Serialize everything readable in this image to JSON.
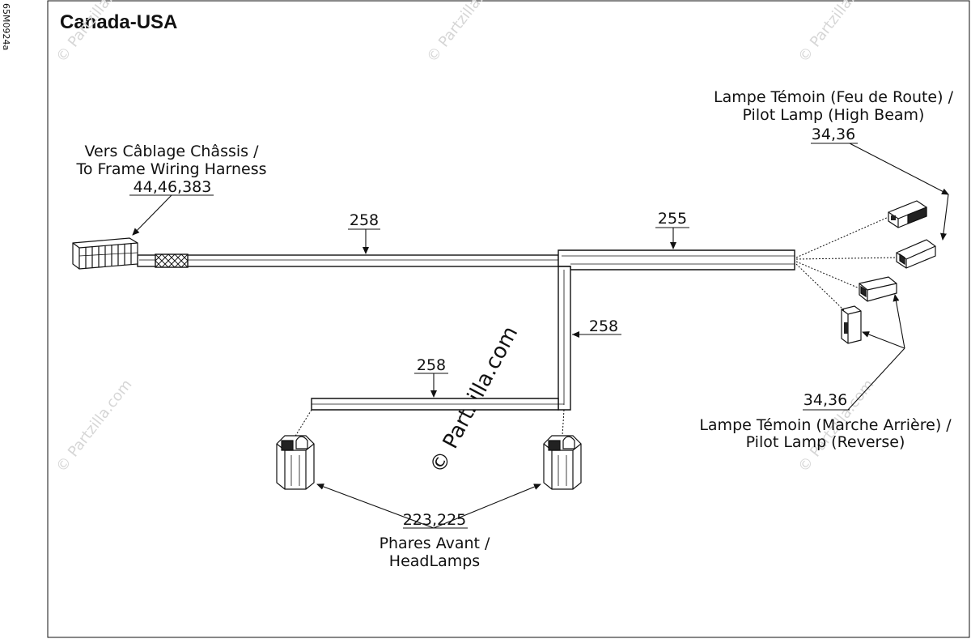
{
  "drawing_code": "65M0924a",
  "title": "Canada-USA",
  "watermark": "© Partzilla.com",
  "callouts": {
    "frame_harness": {
      "line1": "Vers Câblage Châssis /",
      "line2": "To Frame Wiring Harness",
      "ref": "44,46,383"
    },
    "high_beam": {
      "line1": "Lampe Témoin (Feu de Route) /",
      "line2": "Pilot Lamp (High Beam)",
      "ref": "34,36"
    },
    "reverse": {
      "ref": "34,36",
      "line1": "Lampe Témoin (Marche Arrière) /",
      "line2": "Pilot Lamp (Reverse)"
    },
    "headlamps": {
      "ref": "223,225",
      "line1": "Phares Avant /",
      "line2": "HeadLamps"
    },
    "harness_main": "258",
    "harness_right": "255",
    "harness_vertical": "258",
    "harness_branch": "258"
  }
}
